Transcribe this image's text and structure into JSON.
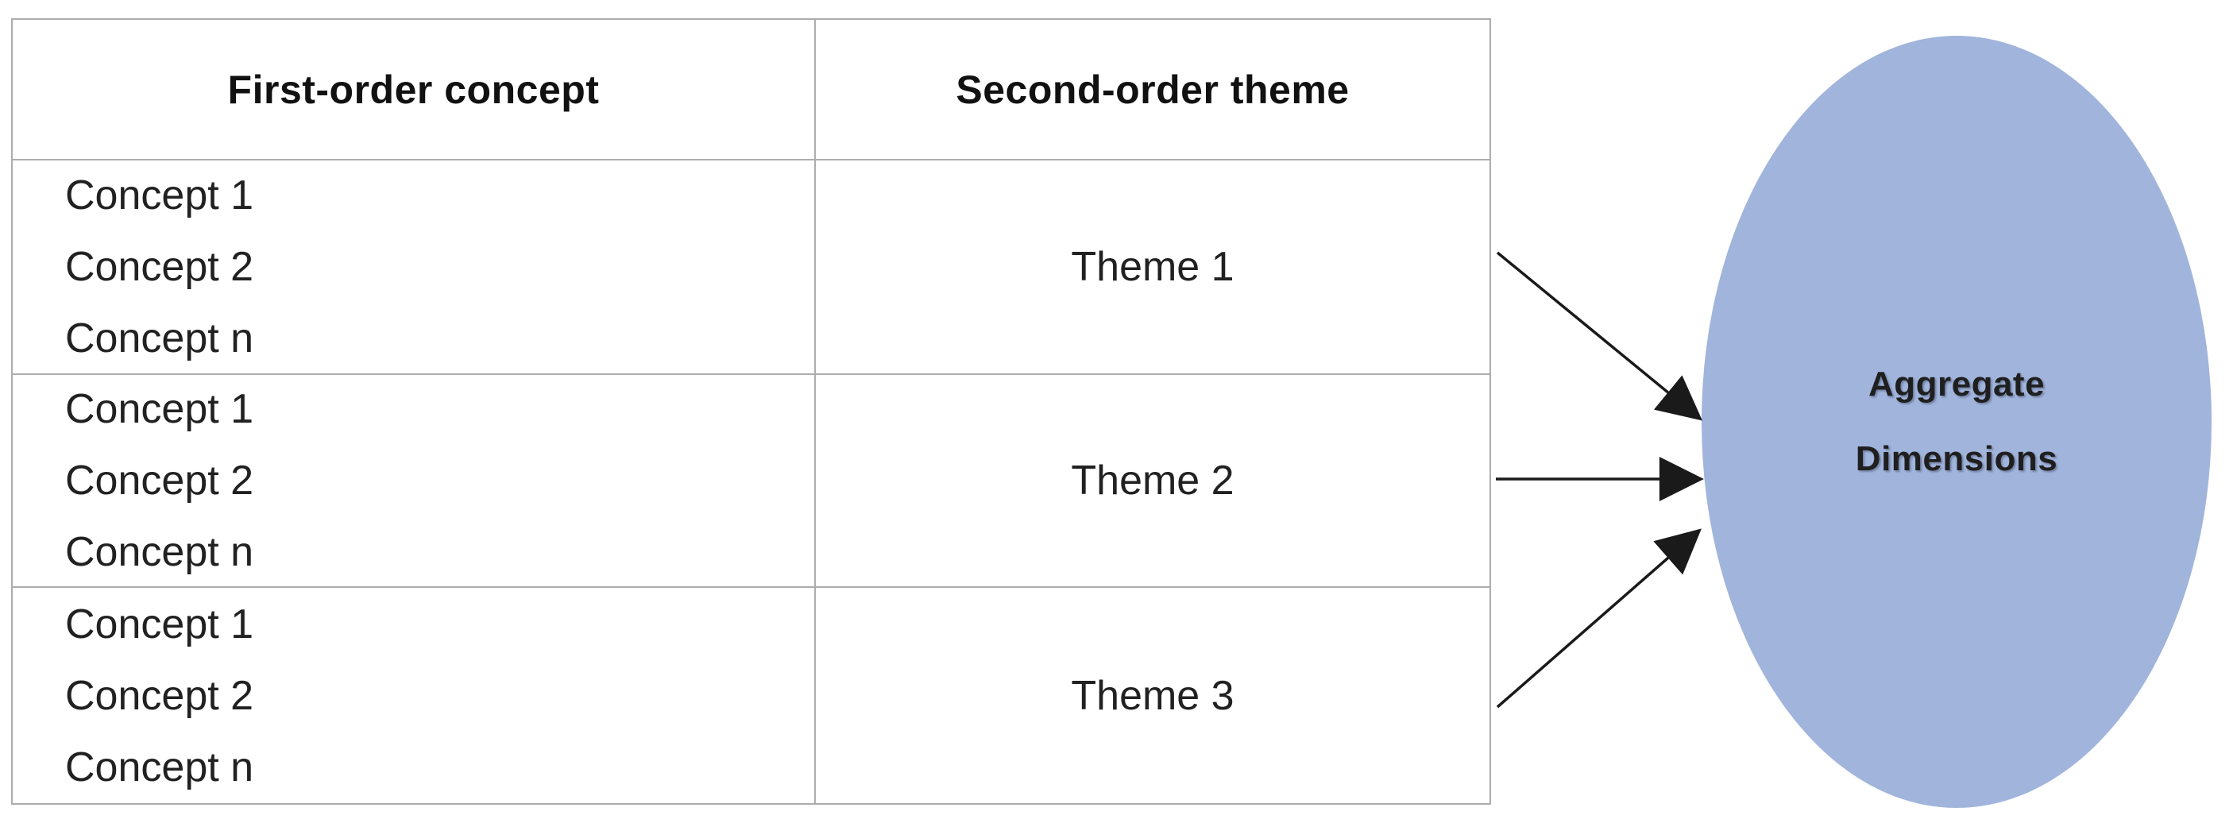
{
  "diagram": {
    "table": {
      "headers": [
        "First-order concept",
        "Second-order theme"
      ],
      "groups": [
        {
          "theme": "Theme 1",
          "concepts": [
            "Concept 1",
            "Concept 2",
            "Concept n"
          ]
        },
        {
          "theme": "Theme 2",
          "concepts": [
            "Concept 1",
            "Concept 2",
            "Concept n"
          ]
        },
        {
          "theme": "Theme 3",
          "concepts": [
            "Concept 1",
            "Concept 2",
            "Concept n"
          ]
        }
      ]
    },
    "aggregate": {
      "line1": "Aggregate",
      "line2": "Dimensions",
      "fill": "#A1B4DC"
    },
    "arrows": [
      {
        "from": "Theme 1",
        "to": "Aggregate Dimensions"
      },
      {
        "from": "Theme 2",
        "to": "Aggregate Dimensions"
      },
      {
        "from": "Theme 3",
        "to": "Aggregate Dimensions"
      }
    ],
    "colors": {
      "table_border": "#ADADAD",
      "text": "#212121",
      "arrow": "#1A1A1A",
      "ellipse_fill": "#A1B4DC"
    }
  }
}
